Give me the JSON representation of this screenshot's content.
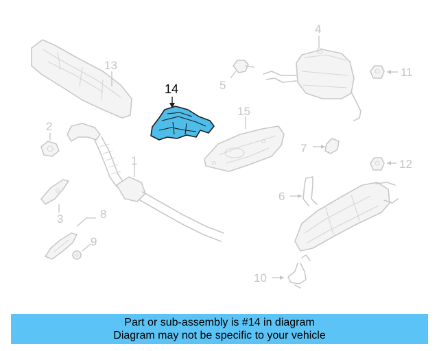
{
  "diagram": {
    "highlighted_part": "14",
    "callouts": [
      "1",
      "2",
      "3",
      "4",
      "5",
      "6",
      "7",
      "8",
      "9",
      "10",
      "11",
      "12",
      "13",
      "14",
      "15"
    ]
  },
  "banner": {
    "line1": "Part or sub-assembly is #14 in diagram",
    "line2": "Diagram may not be specific to your vehicle"
  },
  "colors": {
    "highlight": "#4fbde9",
    "banner": "#5bc3f5",
    "part_outline": "#c8c8c8"
  }
}
